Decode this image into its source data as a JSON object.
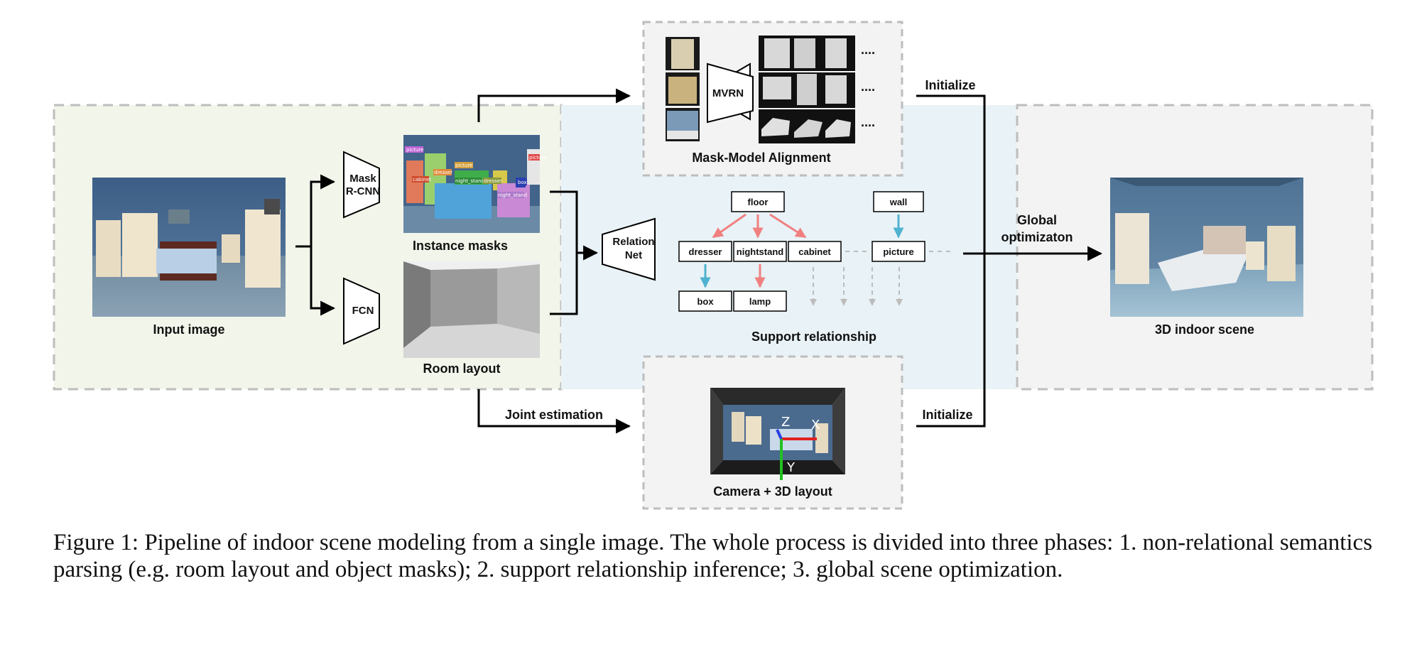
{
  "stages": {
    "input_image": "Input image",
    "mask_rcnn": [
      "Mask",
      "R-CNN"
    ],
    "fcn": "FCN",
    "instance_masks": "Instance masks",
    "room_layout": "Room layout",
    "relation_net": [
      "Relation",
      "Net"
    ],
    "mvrn": "MVRN",
    "mask_model_alignment": "Mask-Model Alignment",
    "support_relationship": "Support relationship",
    "camera_layout": "Camera + 3D layout",
    "joint_estimation": "Joint estimation",
    "initialize_top": "Initialize",
    "initialize_bottom": "Initialize",
    "global_optimization": [
      "Global",
      "optimizaton"
    ],
    "indoor_scene": "3D indoor scene",
    "ellipsis": "...."
  },
  "mask_tags": [
    "picture",
    "picture",
    "dresser",
    "cabinet",
    "night_stand",
    "dresser",
    "box",
    "picture",
    "night_stand"
  ],
  "support_nodes": {
    "floor": "floor",
    "wall": "wall",
    "dresser": "dresser",
    "nightstand": "nightstand",
    "cabinet": "cabinet",
    "picture": "picture",
    "box": "box",
    "lamp": "lamp"
  },
  "axes": {
    "z": "Z",
    "x": "X",
    "y": "Y"
  },
  "colors": {
    "phase1_bg": "#f2f5ea",
    "phase2_bg": "#e9f2f6",
    "phase3_bg": "#f3f3f3",
    "dash": "#bdbdbd",
    "arrow_red": "#f08080",
    "arrow_blue": "#4fb3cf"
  },
  "caption": "Figure 1: Pipeline of indoor scene modeling from a single image. The whole process is divided into three phases: 1. non-relational semantics parsing (e.g. room layout and object masks); 2. support relationship inference; 3. global scene optimization."
}
